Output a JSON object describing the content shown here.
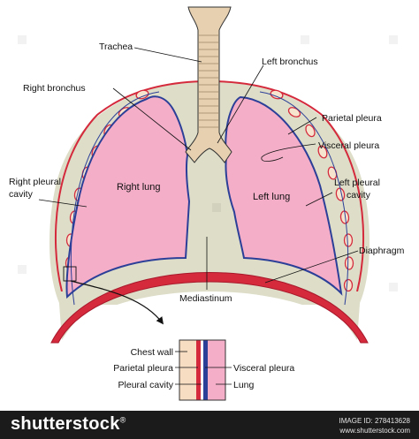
{
  "labels": {
    "trachea": "Trachea",
    "left_bronchus": "Left bronchus",
    "right_bronchus": "Right bronchus",
    "parietal_pleura": "Parietal pleura",
    "visceral_pleura": "Visceral pleura",
    "right_pleural_cavity_line1": "Right pleural",
    "right_pleural_cavity_line2": "cavity",
    "left_pleural_cavity_line1": "Left pleural",
    "left_pleural_cavity_line2": "cavity",
    "right_lung": "Right lung",
    "left_lung": "Left lung",
    "diaphragm": "Diaphragm",
    "mediastinum": "Mediastinum"
  },
  "inset": {
    "chest_wall": "Chest wall",
    "parietal_pleura": "Parietal pleura",
    "visceral_pleura": "Visceral pleura",
    "pleural_cavity": "Pleural cavity",
    "lung": "Lung"
  },
  "footer": {
    "brand": "shutterstock",
    "brand_mark": "®",
    "image_id": "IMAGE ID: 278413628",
    "site": "www.shutterstock.com"
  },
  "colors": {
    "lung_pink": "#f4aec8",
    "pleura_blue": "#2c3f98",
    "wall_red": "#d42a3c",
    "chest_beige": "#ddddc8",
    "rib_fill": "#f7e4cf",
    "footer_bg": "#1b1b1b"
  },
  "icons": {
    "pointer_arrow": "curved-arrow"
  }
}
